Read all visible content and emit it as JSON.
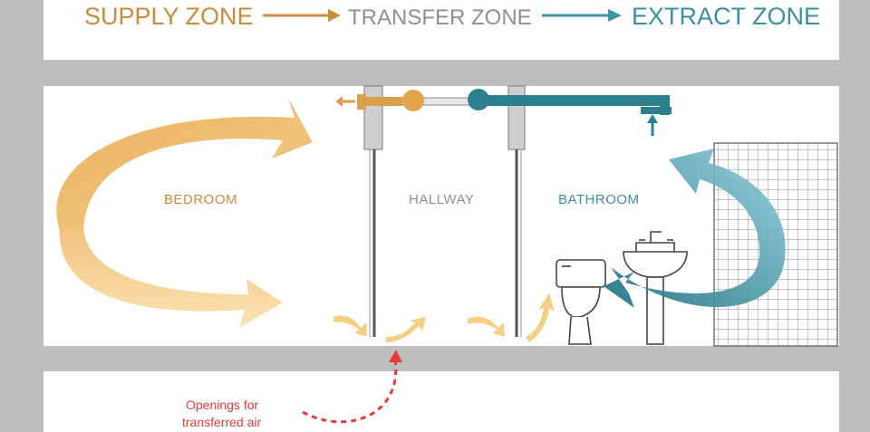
{
  "legend": {
    "supply": "SUPPLY ZONE",
    "transfer": "TRANSFER ZONE",
    "extract": "EXTRACT ZONE"
  },
  "rooms": {
    "bedroom": "BEDROOM",
    "hallway": "HALLWAY",
    "bathroom": "BATHROOM"
  },
  "annotation": {
    "line1": "Openings for",
    "line2": "transferred air"
  },
  "colors": {
    "supply": "#d9a04a",
    "transfer": "#9a9a9a",
    "extract": "#2b7f8f",
    "annotation": "#e23b3b",
    "wall": "#bdbdbd"
  }
}
